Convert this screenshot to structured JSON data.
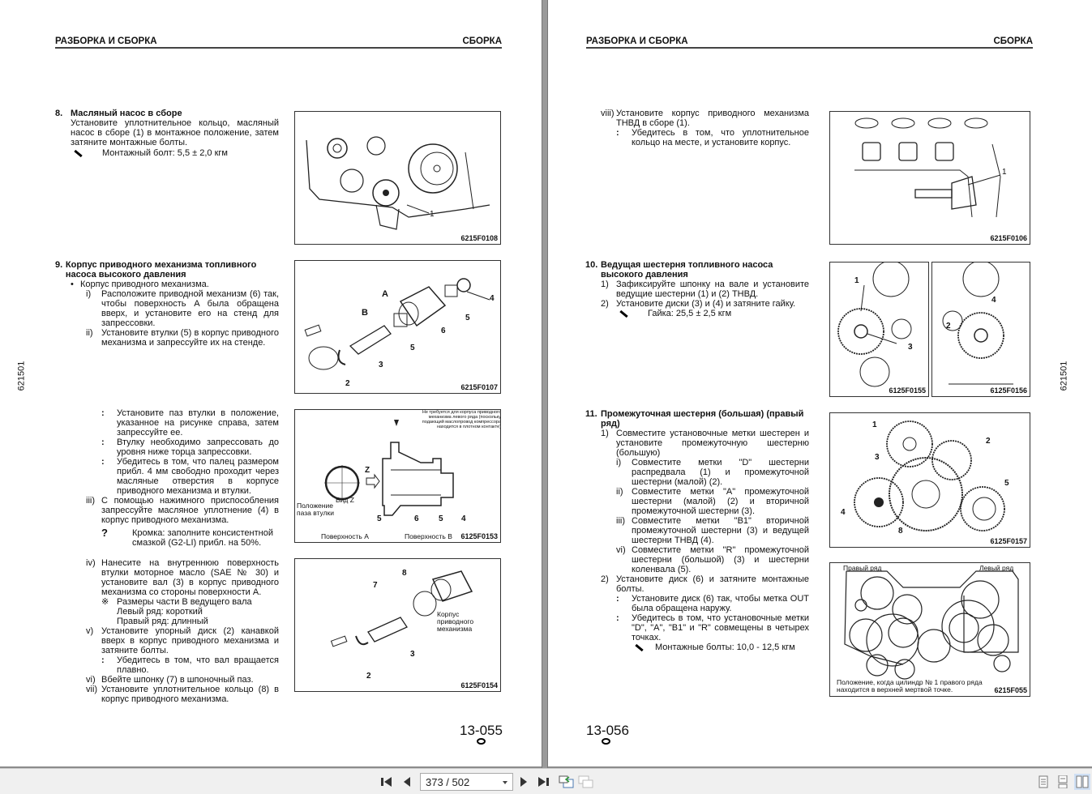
{
  "header": {
    "section": "РАЗБОРКА И СБОРКА",
    "subsection": "СБОРКА"
  },
  "side_code": "621501",
  "left_page": {
    "page_number": "13-055",
    "sec8": {
      "num": "8.",
      "title": "Масляный насос в сборе",
      "body": "Установите уплотнительное кольцо, масляный насос в сборе (1) в монтажное положение, затем затяните монтажные болты.",
      "torque": "Монтажный болт:   5,5 ± 2,0 кгм"
    },
    "sec9": {
      "num": "9.",
      "title": "Корпус приводного механизма топливного насоса высокого давления",
      "bullet": "Корпус приводного механизма.",
      "i_num": "i)",
      "i": "Расположите приводной механизм (6) так, чтобы поверхность A была обращена вверх, и установите его на стенд для запрессовки.",
      "ii_num": "ii)",
      "ii": "Установите втулки (5) в корпус приводного механизма и запрессуйте их на стенде.",
      "note1": "Установите паз втулки в положение, указанное на рисунке справа, затем запрессуйте ее.",
      "note2": "Втулку необходимо запрессовать до уровня ниже торца запрессовки.",
      "note3": "Убедитесь в том, что палец размером прибл. 4 мм свободно проходит через масляные отверстия в корпусе приводного механизма и втулки.",
      "iii_num": "iii)",
      "iii": "С помощью нажимного приспособления запрессуйте масляное уплотнение (4) в корпус приводного механизма.",
      "grease": "Кромка: заполните консистентной смазкой (G2-LI) прибл. на 50%.",
      "iv_num": "iv)",
      "iv": "Нанесите на внутреннюю поверхность втулки моторное масло (SAE № 30) и установите вал (3) в корпус приводного механизма со стороны поверхности A.",
      "iv_note_mark": "※",
      "iv_note1": "Размеры части B ведущего вала",
      "iv_note2": "Левый ряд: короткий",
      "iv_note3": "Правый ряд: длинный",
      "v_num": "v)",
      "v": "Установите упорный диск (2) канавкой вверх в корпус приводного механизма и затяните болты.",
      "v_note": "Убедитесь в том, что вал вращается плавно.",
      "vi_num": "vi)",
      "vi": "Вбейте шпонку (7) в шпоночный паз.",
      "vii_num": "vii)",
      "vii": "Установите уплотнительное кольцо (8) в корпус приводного механизма."
    },
    "figures": {
      "f1": {
        "code": "6215F0108",
        "labels": [
          "1"
        ]
      },
      "f2": {
        "code": "6215F0107",
        "labels": [
          "A",
          "B",
          "2",
          "3",
          "4",
          "5",
          "5",
          "6"
        ]
      },
      "f3": {
        "code": "6125F0153",
        "note": "Не требуется для корпуса приводного механизма левого ряда (поскольку подающий маслопровод компрессора находится в плотном контакте)",
        "view": "Вид Z",
        "slot": "Положение паза втулки",
        "surfA": "Поверхность A",
        "surfB": "Поверхность B",
        "z": "Z",
        "labels": [
          "5",
          "6",
          "5",
          "4"
        ]
      },
      "f4": {
        "code": "6125F0154",
        "housing": "Корпус приводного механизма",
        "labels": [
          "7",
          "8",
          "3",
          "2"
        ]
      }
    }
  },
  "right_page": {
    "page_number": "13-056",
    "viii_num": "viii)",
    "viii": "Установите корпус приводного механизма ТНВД в сборе (1).",
    "viii_note": "Убедитесь в том, что уплотнительное кольцо на месте, и установите корпус.",
    "sec10": {
      "num": "10.",
      "title": "Ведущая шестерня топливного насоса высокого давления",
      "s1_num": "1)",
      "s1": "Зафиксируйте шпонку на вале и установите ведущие шестерни (1) и (2) ТНВД.",
      "s2_num": "2)",
      "s2": "Установите диски (3) и (4) и затяните гайку.",
      "torque": "Гайка: 25,5 ± 2,5 кгм"
    },
    "sec11": {
      "num": "11.",
      "title": "Промежуточная шестерня (большая) (правый ряд)",
      "s1_num": "1)",
      "s1": "Совместите установочные метки шестерен и установите промежуточную шестерню (большую)",
      "i_num": "i)",
      "i": "Совместите метки \"D\" шестерни распредвала (1) и промежуточной шестерни (малой) (2).",
      "ii_num": "ii)",
      "ii": "Совместите метки \"A\" промежуточной шестерни (малой) (2) и вторичной промежуточной шестерни (3).",
      "iii_num": "iii)",
      "iii": "Совместите метки \"B1\" вторичной промежуточной шестерни (3) и ведущей шестерни ТНВД (4).",
      "vi_num": "vi)",
      "vi": "Совместите метки \"R\" промежуточной шестерни (большой) (3) и шестерни коленвала (5).",
      "s2_num": "2)",
      "s2": "Установите диск (6) и затяните монтажные болты.",
      "note1": "Установите диск (6) так, чтобы метка OUT была обращена наружу.",
      "note2": "Убедитесь в том, что установочные метки \"D\", \"A\", \"B1\" и \"R\" совмещены в четырех точках.",
      "torque": "Монтажные болты:  10,0 - 12,5 кгм"
    },
    "figures": {
      "f1": {
        "code": "6215F0106",
        "labels": [
          "1"
        ]
      },
      "f2a": {
        "code": "6125F0155",
        "labels": [
          "1",
          "3"
        ]
      },
      "f2b": {
        "code": "6125F0156",
        "labels": [
          "2",
          "4"
        ]
      },
      "f3": {
        "code": "6125F0157",
        "labels": [
          "1",
          "2",
          "3",
          "4",
          "5",
          "8"
        ]
      },
      "f4": {
        "code": "6215F055",
        "right_row": "Правый ряд",
        "left_row": "Левый ряд",
        "caption": "Положение, когда цилиндр № 1 правого ряда находится в верхней мертвой точке."
      }
    }
  },
  "toolbar": {
    "current_page": "373",
    "total_pages": "502",
    "page_display": "373 / 502",
    "buttons": [
      "first-page",
      "previous-page",
      "next-page",
      "last-page",
      "previous-view",
      "next-view"
    ],
    "view_modes": [
      "single-page",
      "continuous",
      "two-page"
    ],
    "active_view": "two-page",
    "accent": "#cfe0f5"
  }
}
